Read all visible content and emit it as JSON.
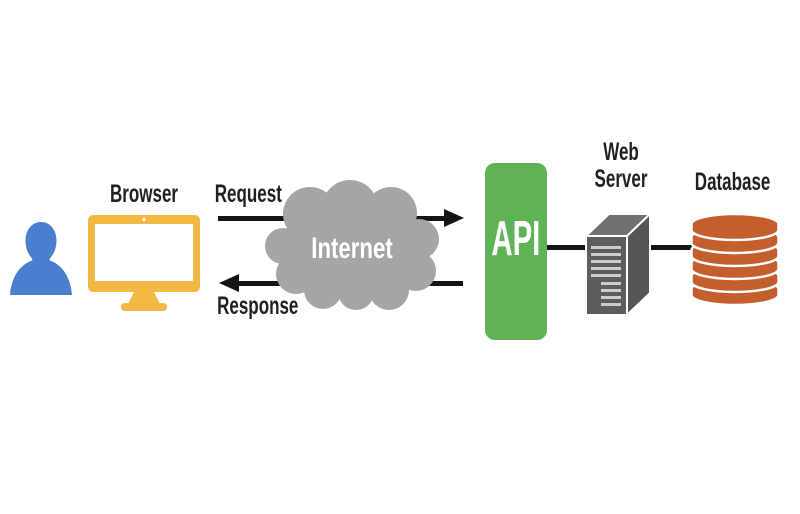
{
  "diagram": {
    "nodes": {
      "user": {
        "icon": "person-icon"
      },
      "browser": {
        "label": "Browser",
        "icon": "monitor-icon"
      },
      "internet": {
        "label": "Internet",
        "icon": "cloud-icon"
      },
      "api": {
        "label": "API"
      },
      "web_server": {
        "label": "Web Server",
        "icon": "server-icon"
      },
      "database": {
        "label": "Database",
        "icon": "database-icon"
      }
    },
    "edges": {
      "request": {
        "label": "Request",
        "direction": "right",
        "from": "Browser",
        "to": "API"
      },
      "response": {
        "label": "Response",
        "direction": "left",
        "from": "API",
        "to": "Browser"
      },
      "api_server": {
        "label": "",
        "from": "API",
        "to": "Web Server"
      },
      "server_database": {
        "label": "",
        "from": "Web Server",
        "to": "Database"
      }
    }
  },
  "colors": {
    "person_blue": "#4a7fd0",
    "monitor_yellow": "#f2b844",
    "cloud_gray": "#a5a5a5",
    "api_green": "#5fb356",
    "api_text": "#ffffff",
    "internet_text": "#ffffff",
    "server_front": "#5d5d5d",
    "server_top": "#707070",
    "server_side": "#555555",
    "server_stripe": "#cccccc",
    "database_orange": "#c45e2c",
    "text_black": "#212121",
    "line_black": "#141414"
  }
}
